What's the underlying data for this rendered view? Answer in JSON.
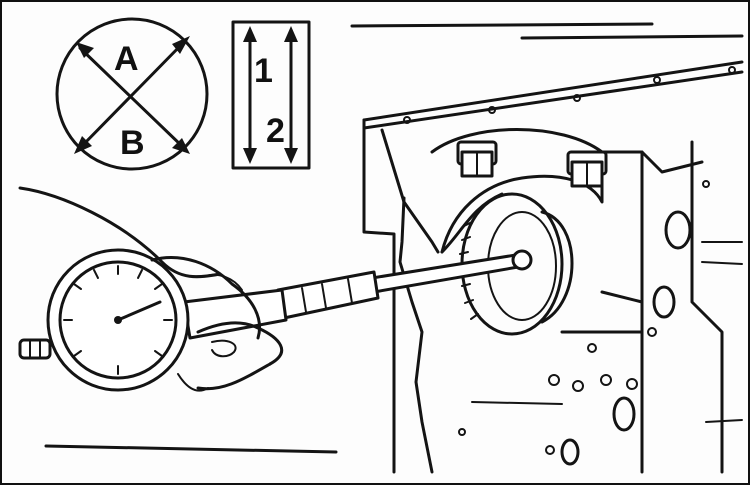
{
  "diagram": {
    "direction_labels": {
      "a": "A",
      "b": "B"
    },
    "measurement_labels": {
      "first": "1",
      "second": "2"
    }
  }
}
